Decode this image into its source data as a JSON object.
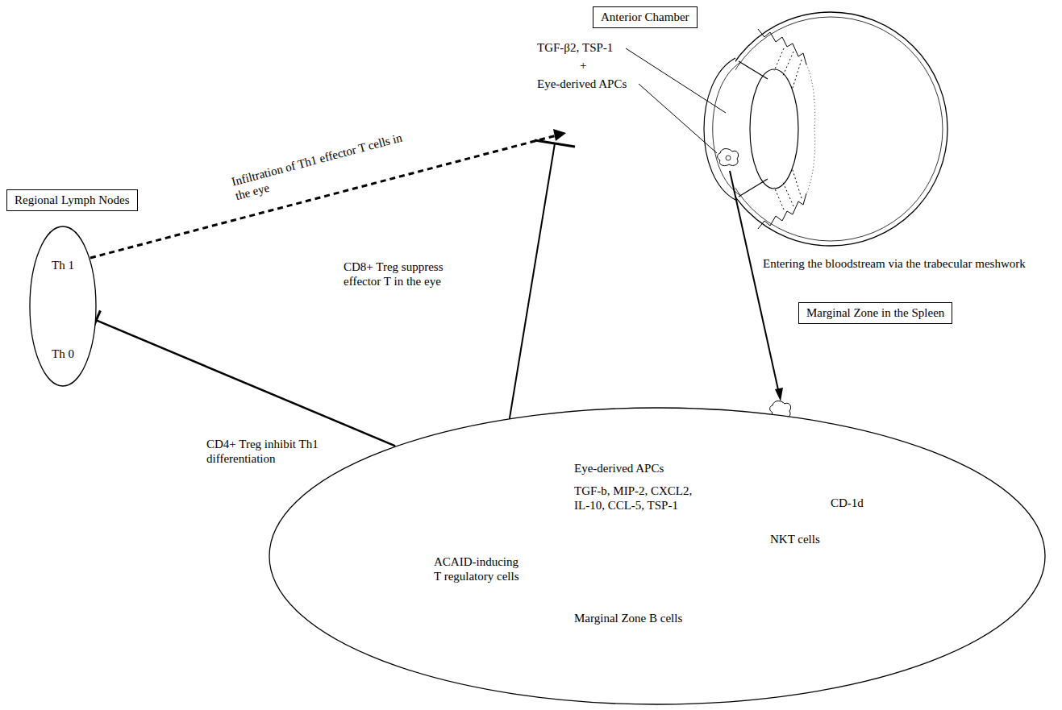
{
  "diagram": {
    "nodes": [
      {
        "text": [
          "Anterior Chamber"
        ]
      },
      {
        "text": [
          "Regional Lymph Nodes"
        ]
      },
      {
        "text": [
          "Th 1",
          "Th 0"
        ]
      },
      {
        "text": [
          "Marginal Zone in the Spleen"
        ]
      },
      {
        "text": [
          "Eye-derived APCs",
          "TGF-b, MIP-2, CXCL2, IL-10, CCL-5, TSP-1",
          "CD-1d",
          "NKT cells",
          "Marginal Zone B cells",
          "ACAID-inducing T regulatory cells"
        ]
      }
    ],
    "edges": [
      {
        "from": 4,
        "to": 2,
        "arrow": "to",
        "label": "CD4+ Treg inhibit Th1 differentiation"
      }
    ],
    "labels": [
      "TGF-β2, TSP-1",
      "+",
      "Eye-derived APCs",
      "Infiltration of Th1 effector T cells in the eye",
      "CD8+ Treg suppress effector T in the eye",
      "Entering the bloodstream via the trabecular meshwork"
    ]
  }
}
